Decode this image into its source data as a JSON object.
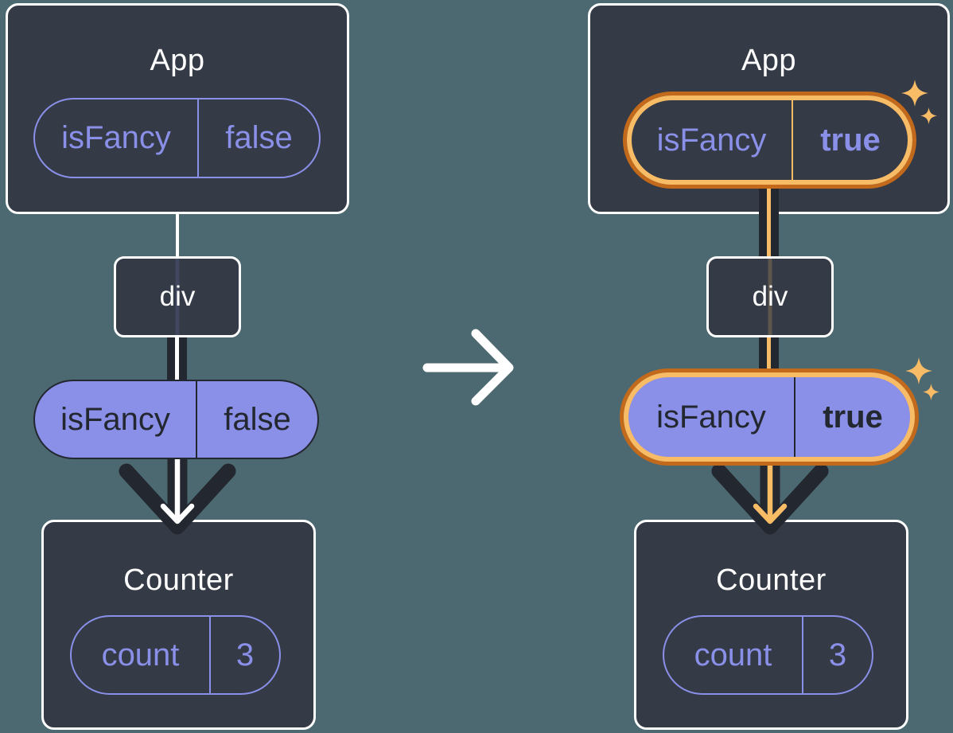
{
  "colors": {
    "background": "#4C6971",
    "component_box": "#343A46",
    "box_border": "#FFFFFF",
    "purple": "#8A8FE8",
    "dark_ink": "#23272F",
    "highlight_orange": "#C2691C",
    "highlight_orange_light": "#F8BC66",
    "arrow_white": "#FFFFFF"
  },
  "transition_arrow": {
    "icon": "arrow-right-icon"
  },
  "before": {
    "app": {
      "title": "App",
      "prop": {
        "name": "isFancy",
        "value": "false"
      }
    },
    "container": {
      "label": "div"
    },
    "passed_prop": {
      "name": "isFancy",
      "value": "false"
    },
    "counter": {
      "title": "Counter",
      "state": {
        "name": "count",
        "value": "3"
      }
    }
  },
  "after": {
    "app": {
      "title": "App",
      "prop": {
        "name": "isFancy",
        "value": "true"
      }
    },
    "container": {
      "label": "div"
    },
    "passed_prop": {
      "name": "isFancy",
      "value": "true"
    },
    "counter": {
      "title": "Counter",
      "state": {
        "name": "count",
        "value": "3"
      }
    }
  }
}
